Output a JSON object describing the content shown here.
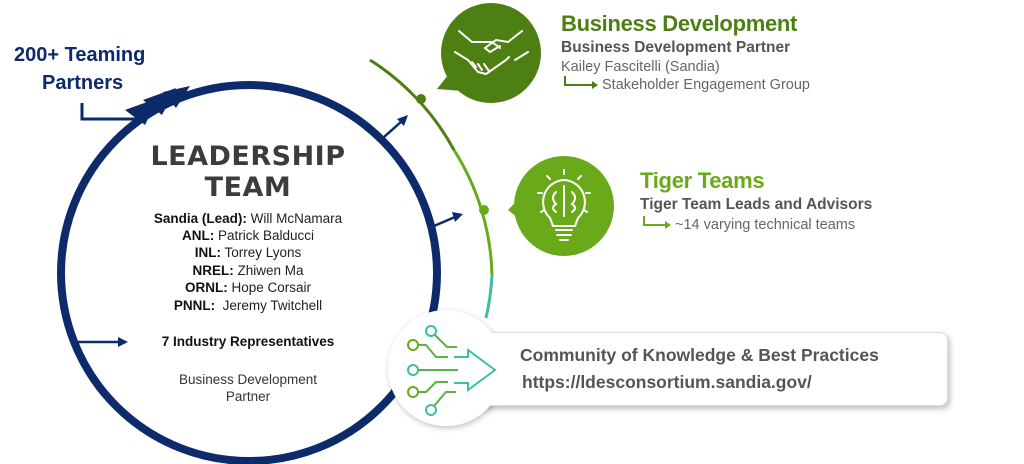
{
  "teaming": {
    "line1": "200+ Teaming",
    "line2": "Partners"
  },
  "leadership": {
    "title1": "LEADERSHIP",
    "title2": "TEAM",
    "members": [
      {
        "org": "Sandia (Lead):",
        "name": " Will McNamara"
      },
      {
        "org": "ANL:",
        "name": " Patrick Balducci"
      },
      {
        "org": "INL:",
        "name": " Torrey Lyons"
      },
      {
        "org": "NREL:",
        "name": " Zhiwen Ma"
      },
      {
        "org": "ORNL:",
        "name": " Hope Corsair"
      },
      {
        "org": "PNNL:",
        "name": "  Jeremy Twitchell"
      }
    ],
    "industry": "7 Industry Representatives",
    "bd_partner1": "Business Development",
    "bd_partner2": "Partner"
  },
  "business_development": {
    "title": "Business Development",
    "subtitle": "Business Development Partner",
    "person": "Kailey Fascitelli (Sandia)",
    "sub_item": "Stakeholder Engagement Group",
    "icon": "handshake-icon"
  },
  "tiger_teams": {
    "title": "Tiger Teams",
    "subtitle": "Tiger Team Leads and Advisors",
    "sub_item": "~14 varying technical teams",
    "icon": "lightbulb-brain-icon"
  },
  "community": {
    "title": "Community of Knowledge & Best Practices",
    "url": "https://ldesconsortium.sandia.gov/",
    "icon": "circuit-arrow-icon"
  },
  "colors": {
    "navy": "#0d2a6b",
    "dark_green": "#4d7f12",
    "light_green": "#6aaa1a",
    "teal": "#3dbfa0",
    "text_gray": "#555555"
  }
}
